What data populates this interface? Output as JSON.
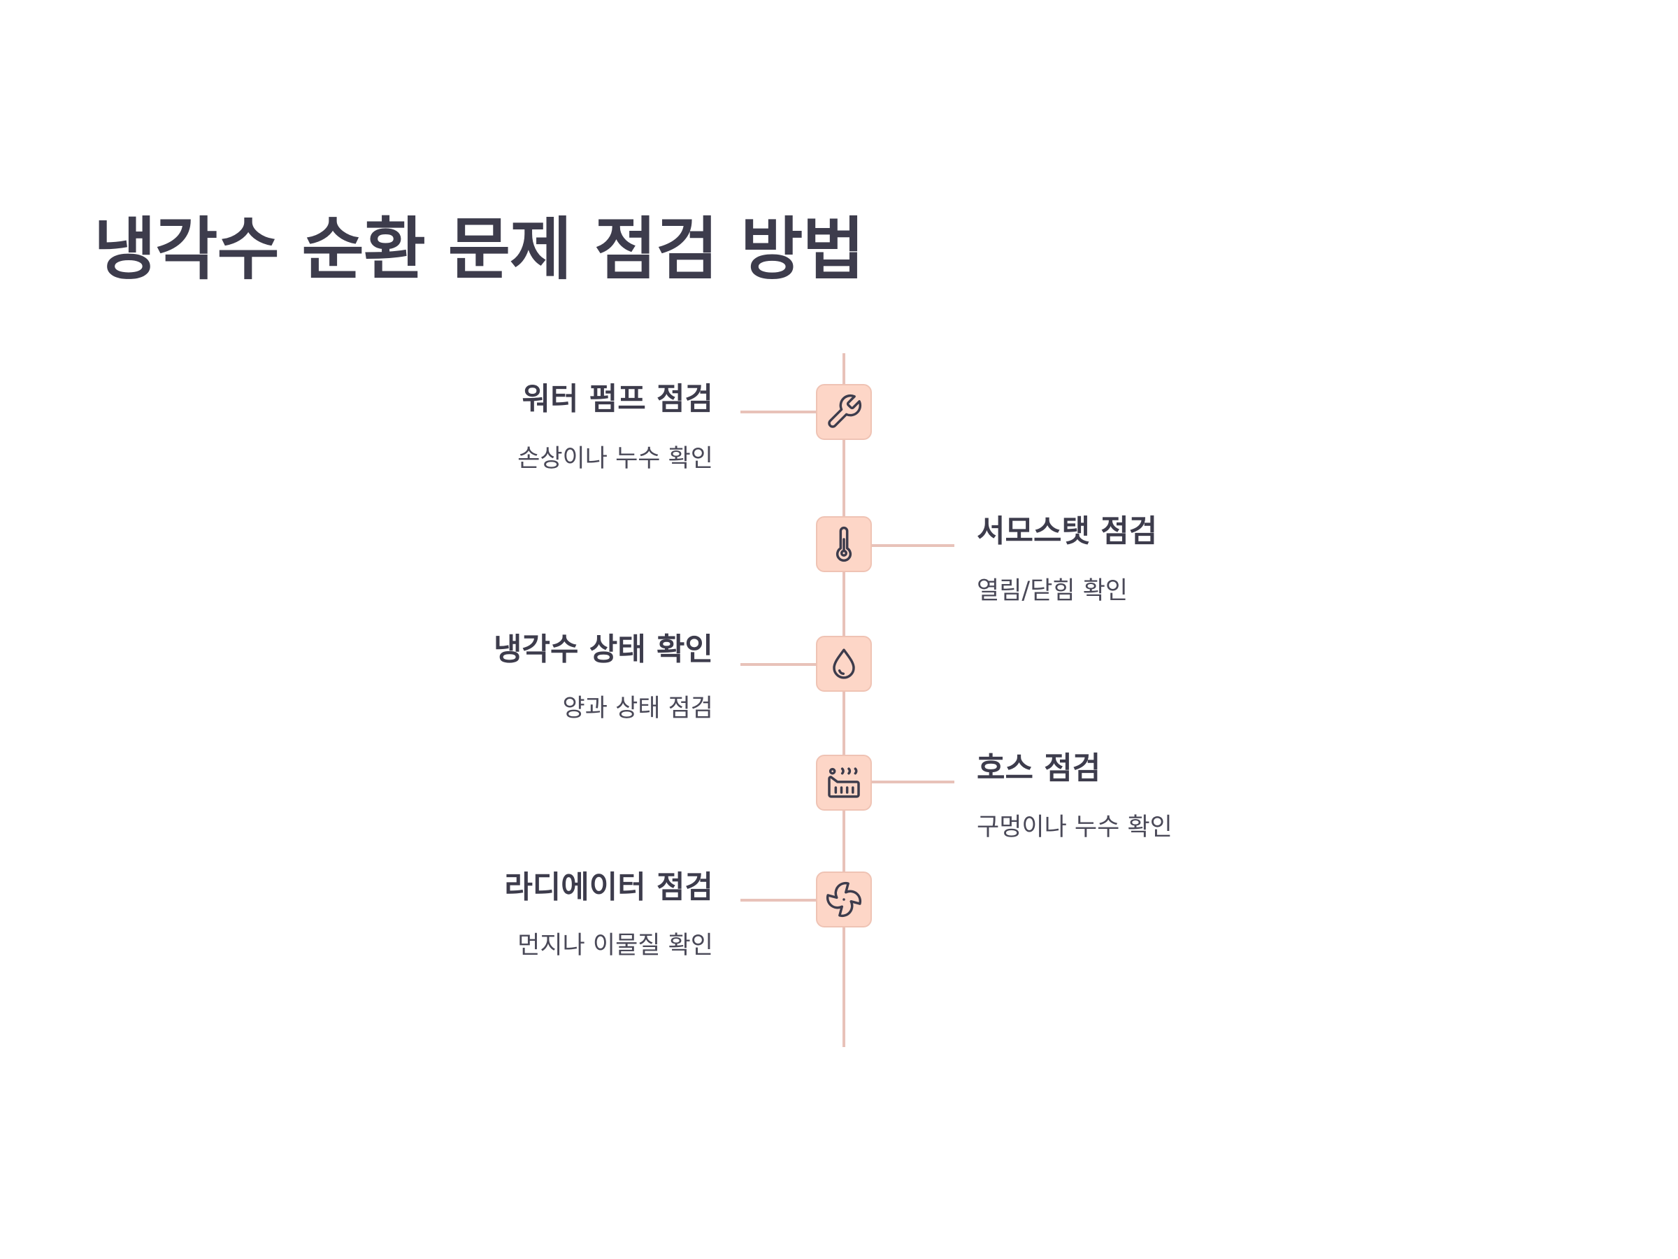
{
  "title": "냉각수 순환 문제 점검 방법",
  "colors": {
    "text": "#3d3c4c",
    "line": "#e8c2b9",
    "icon_bg": "#fdd6c7",
    "icon_border": "#efc3b4"
  },
  "steps": [
    {
      "title": "워터 펌프 점검",
      "description": "손상이나 누수 확인",
      "icon": "wrench-icon",
      "side": "left"
    },
    {
      "title": "서모스탯 점검",
      "description": "열림/닫힘 확인",
      "icon": "thermometer-icon",
      "side": "right"
    },
    {
      "title": "냉각수 상태 확인",
      "description": "양과 상태 점검",
      "icon": "droplet-icon",
      "side": "left"
    },
    {
      "title": "호스 점검",
      "description": "구멍이나 누수 확인",
      "icon": "heater-icon",
      "side": "right"
    },
    {
      "title": "라디에이터 점검",
      "description": "먼지나 이물질 확인",
      "icon": "fan-icon",
      "side": "left"
    }
  ]
}
